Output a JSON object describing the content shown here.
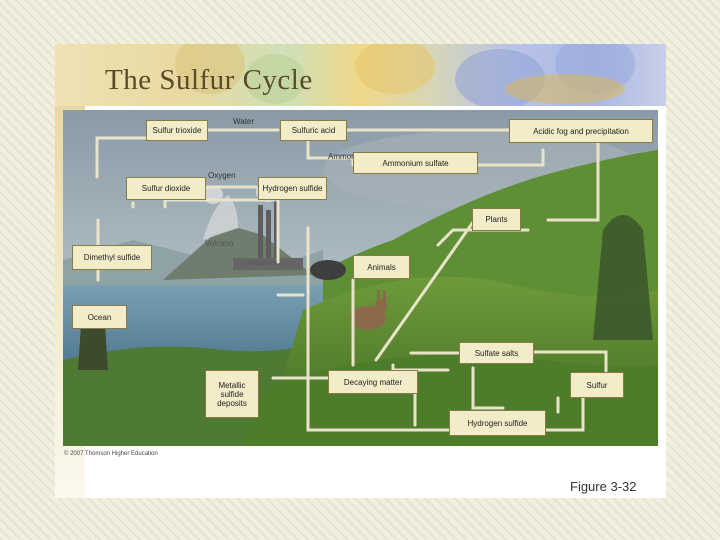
{
  "title": "The Sulfur Cycle",
  "boxes": {
    "sulfur_trioxide": "Sulfur trioxide",
    "sulfuric_acid": "Sulfuric acid",
    "acidic_fog": "Acidic fog and precipitation",
    "ammonium_sulfate": "Ammonium sulfate",
    "sulfur_dioxide": "Sulfur dioxide",
    "hydrogen_sulfide_top": "Hydrogen sulfide",
    "plants": "Plants",
    "dimethyl_sulfide": "Dimethyl sulfide",
    "animals": "Animals",
    "ocean": "Ocean",
    "sulfate_salts": "Sulfate salts",
    "metallic_sulfide_deposits": "Metallic sulfide deposits",
    "decaying_matter": "Decaying matter",
    "sulfur": "Sulfur",
    "hydrogen_sulfide_bottom": "Hydrogen sulfide"
  },
  "labels": {
    "water": "Water",
    "ammonia": "Ammonia",
    "oxygen": "Oxygen",
    "volcano": "Volcano",
    "industries": "Industries"
  },
  "copyright": "© 2007 Thomson Higher Education",
  "figure": "Figure 3-32"
}
